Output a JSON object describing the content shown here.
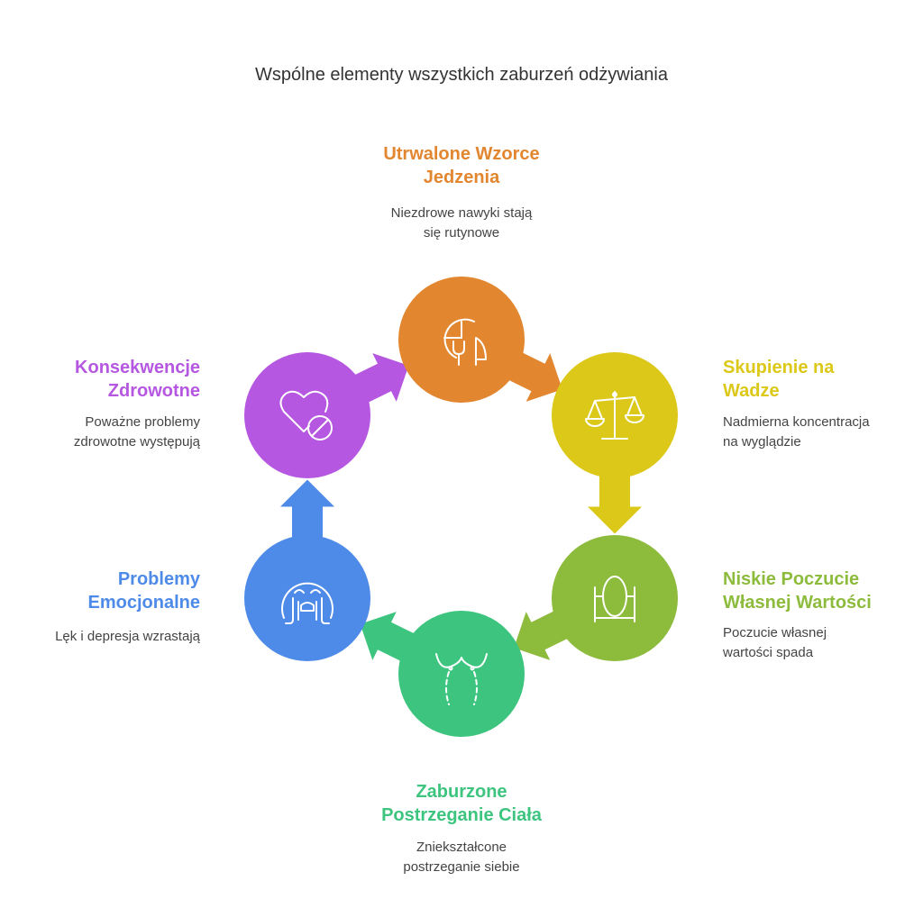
{
  "title": "Wspólne elementy wszystkich zaburzeń odżywiania",
  "steps": [
    {
      "id": "eating-patterns",
      "title_lines": [
        "Utrwalone Wzorce",
        "Jedzenia"
      ],
      "desc_lines": [
        "Niezdrowe nawyki stają",
        "się rutynowe"
      ],
      "color": "#E2862F",
      "icon": "clock-cutlery-icon"
    },
    {
      "id": "weight-focus",
      "title_lines": [
        "Skupienie na",
        "Wadze"
      ],
      "desc_lines": [
        "Nadmierna koncentracja",
        "na wyglądzie"
      ],
      "color": "#DCC818",
      "icon": "scale-icon"
    },
    {
      "id": "low-self-esteem",
      "title_lines": [
        "Niskie Poczucie",
        "Własnej Wartości"
      ],
      "desc_lines": [
        "Poczucie własnej",
        "wartości spada"
      ],
      "color": "#8DBB3C",
      "icon": "mirror-icon"
    },
    {
      "id": "body-perception",
      "title_lines": [
        "Zaburzone",
        "Postrzeganie Ciała"
      ],
      "desc_lines": [
        "Zniekształcone",
        "postrzeganie siebie"
      ],
      "color": "#3DC47E",
      "icon": "body-icon"
    },
    {
      "id": "emotional-problems",
      "title_lines": [
        "Problemy",
        "Emocjonalne"
      ],
      "desc_lines": [
        "Lęk i depresja wzrastają"
      ],
      "color": "#4E8BE8",
      "icon": "crying-face-icon"
    },
    {
      "id": "health-consequences",
      "title_lines": [
        "Konsekwencje",
        "Zdrowotne"
      ],
      "desc_lines": [
        "Poważne problemy",
        "zdrowotne występują"
      ],
      "color": "#B557E0",
      "icon": "heart-prohibited-icon"
    }
  ]
}
